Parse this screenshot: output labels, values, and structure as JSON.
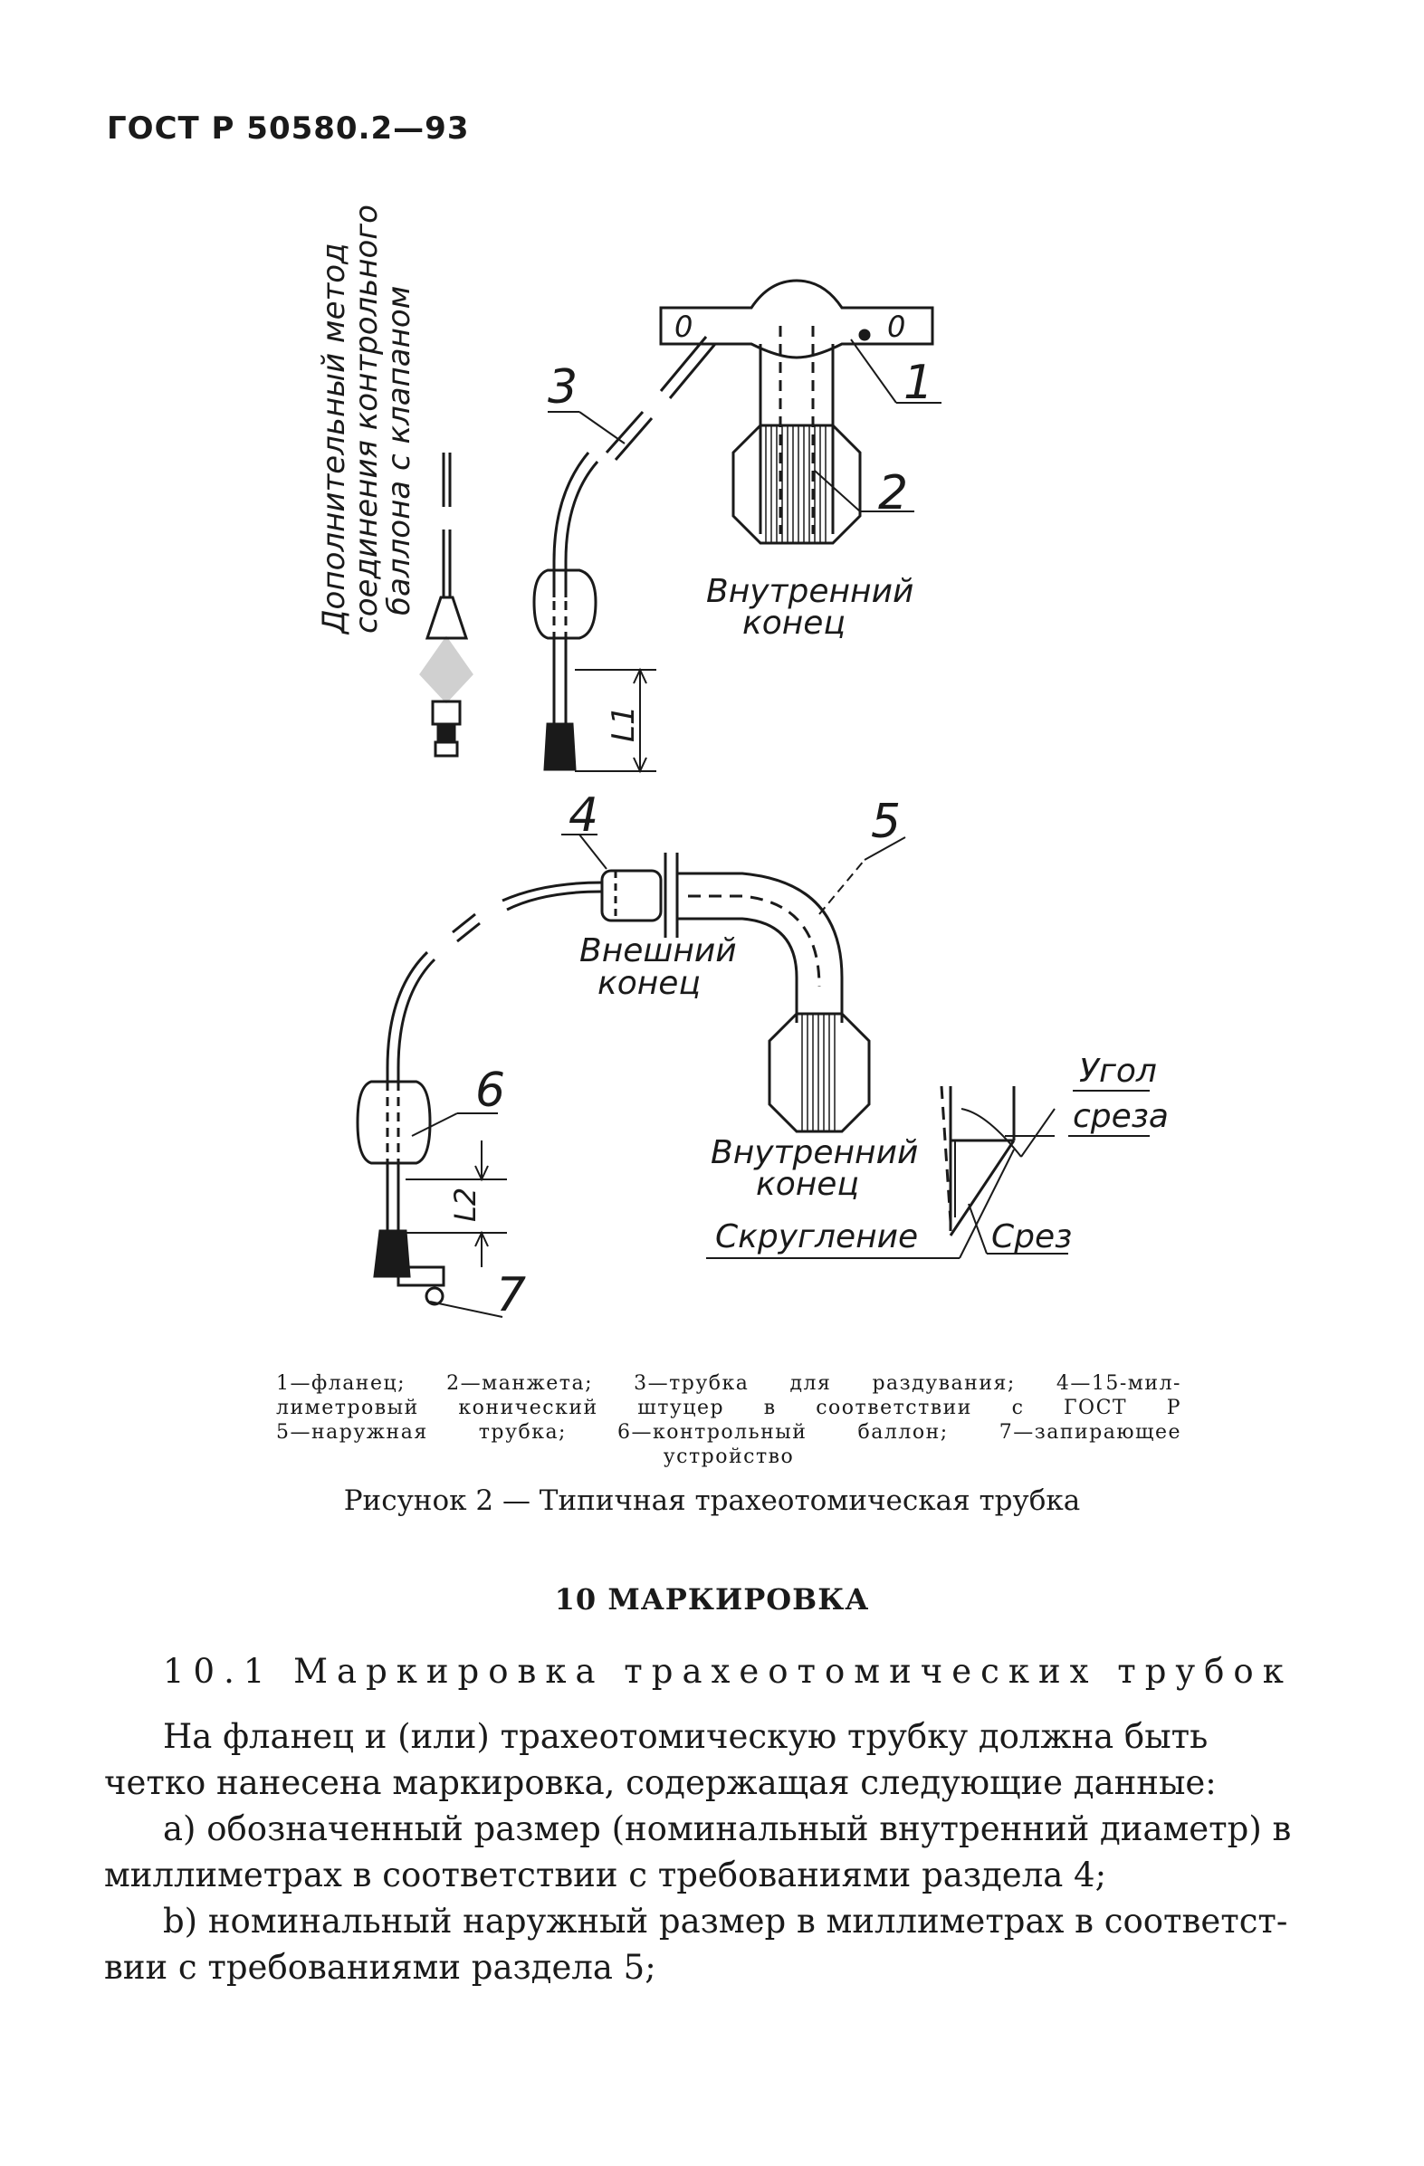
{
  "header": {
    "doc_code": "ГОСТ Р 50580.2—93"
  },
  "figure": {
    "vertical_note_lines": [
      "Дополнительный метод",
      "соединения контрольного",
      "баллона с клапаном"
    ],
    "numbers": [
      "1",
      "2",
      "3",
      "4",
      "5",
      "6",
      "7"
    ],
    "upper_inner_end": [
      "Внутренний",
      "конец"
    ],
    "outer_end": [
      "Внешний",
      "конец"
    ],
    "lower_inner_end": [
      "Внутренний",
      "конец"
    ],
    "angle_label": [
      "Угол",
      "среза"
    ],
    "rounding_label": "Скругление",
    "cut_label": "Срез",
    "flange_marks": [
      "0",
      "0"
    ],
    "dim_l1": "L1",
    "dim_l2": "L2"
  },
  "legend": {
    "line1": "1—фланец; 2—манжета; 3—трубка для раздувания; 4—15-мил-",
    "line2": "лиметровый конический штуцер в соответствии с ГОСТ Р",
    "line3": "5—наружная трубка; 6—контрольный баллон; 7—запирающее",
    "line4": "устройство"
  },
  "figure_title": "Рисунок 2 — Типичная трахеотомическая трубка",
  "section": {
    "heading": "10 МАРКИРОВКА",
    "subsection": "10.1 Маркировка трахеотомических трубок"
  },
  "body": {
    "lines": [
      "На фланец и (или) трахеотомическую трубку  должна быть",
      "четко нанесена маркировка, содержащая следующие данные:",
      "a) обозначенный размер (номинальный внутренний диаметр) в",
      "миллиметрах в соответствии с требованиями раздела 4;",
      "b) номинальный наружный размер в миллиметрах в соответст-",
      "вии с требованиями раздела 5;"
    ]
  }
}
